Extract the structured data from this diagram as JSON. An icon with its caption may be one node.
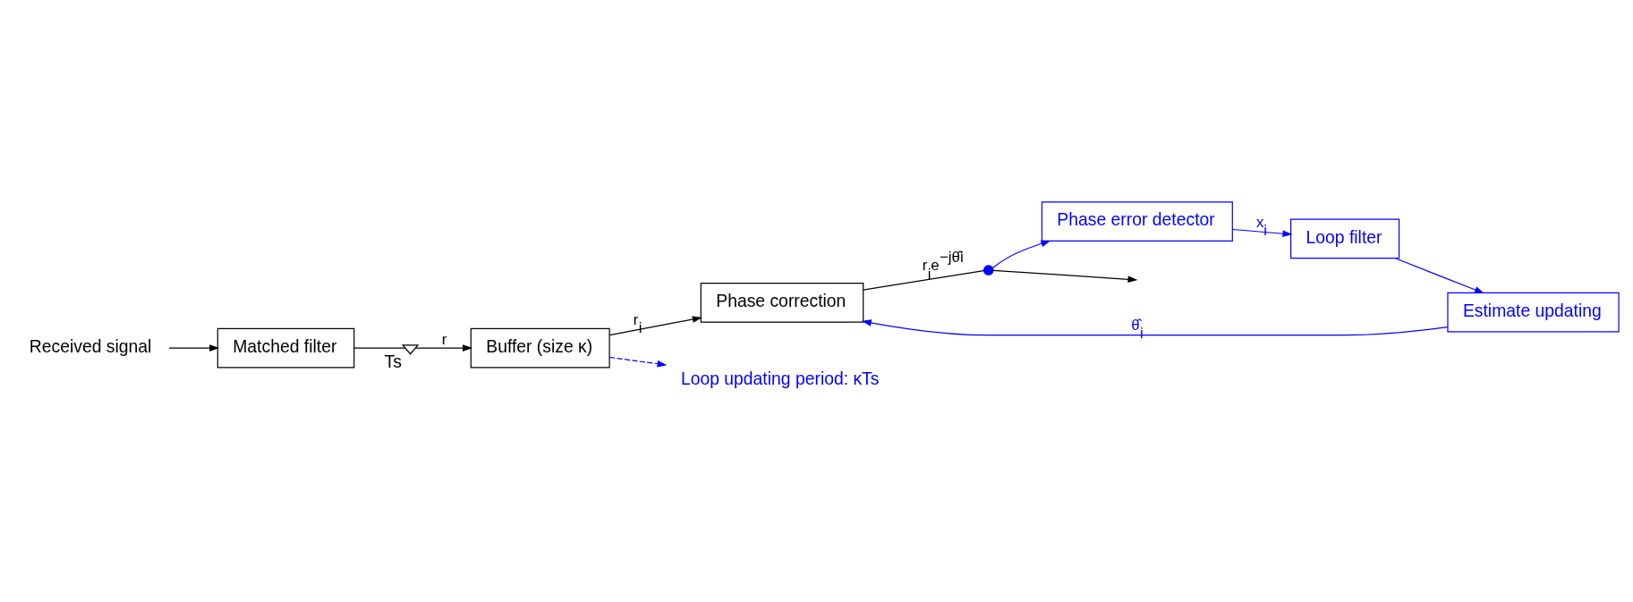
{
  "diagram": {
    "nodes": [
      {
        "text": [
          "Received signal"
        ]
      },
      {
        "text": [
          "Matched filter"
        ]
      },
      {
        "text": [],
        "shape": "switch",
        "beside": [
          "Ts"
        ]
      },
      {
        "text": [
          "Buffer (size κ)"
        ]
      },
      {
        "text": [
          "Phase correction"
        ]
      },
      {
        "text": [],
        "shape": "circle"
      },
      {
        "text": [
          "Estimate updating"
        ]
      },
      {
        "text": [
          "Phase error detector"
        ]
      },
      {
        "text": [
          "Loop filter"
        ]
      },
      {
        "text": [
          "Loop updating period: κTs"
        ]
      }
    ],
    "edges": [
      {
        "from": 0,
        "to": 1,
        "arrow": "to"
      },
      {
        "from": 1,
        "to": 2,
        "arrow": "none"
      },
      {
        "from": 2,
        "to": 3,
        "arrow": "to",
        "label": "r"
      },
      {
        "from": 3,
        "to": 4,
        "arrow": "to",
        "label": "r$_{i}$"
      },
      {
        "from": 4,
        "to": 5,
        "arrow": "none",
        "label": "r$_{i}$e$^{−jθ̂i}$"
      },
      {
        "from": 5,
        "to": null,
        "arrow": "to"
      },
      {
        "from": 5,
        "to": 7,
        "arrow": "to",
        "color": "#0000ff"
      },
      {
        "from": 7,
        "to": 8,
        "arrow": "to",
        "label": "x$_{i}$",
        "color": "#0000ff"
      },
      {
        "from": 8,
        "to": 6,
        "arrow": "to",
        "color": "#0000ff"
      },
      {
        "from": 6,
        "to": 4,
        "arrow": "to",
        "label": "θ̂$_{i}$",
        "color": "#0000ff"
      },
      {
        "from": 3,
        "to": 9,
        "arrow": "to",
        "style": "dashed",
        "color": "#0000ff"
      }
    ]
  }
}
